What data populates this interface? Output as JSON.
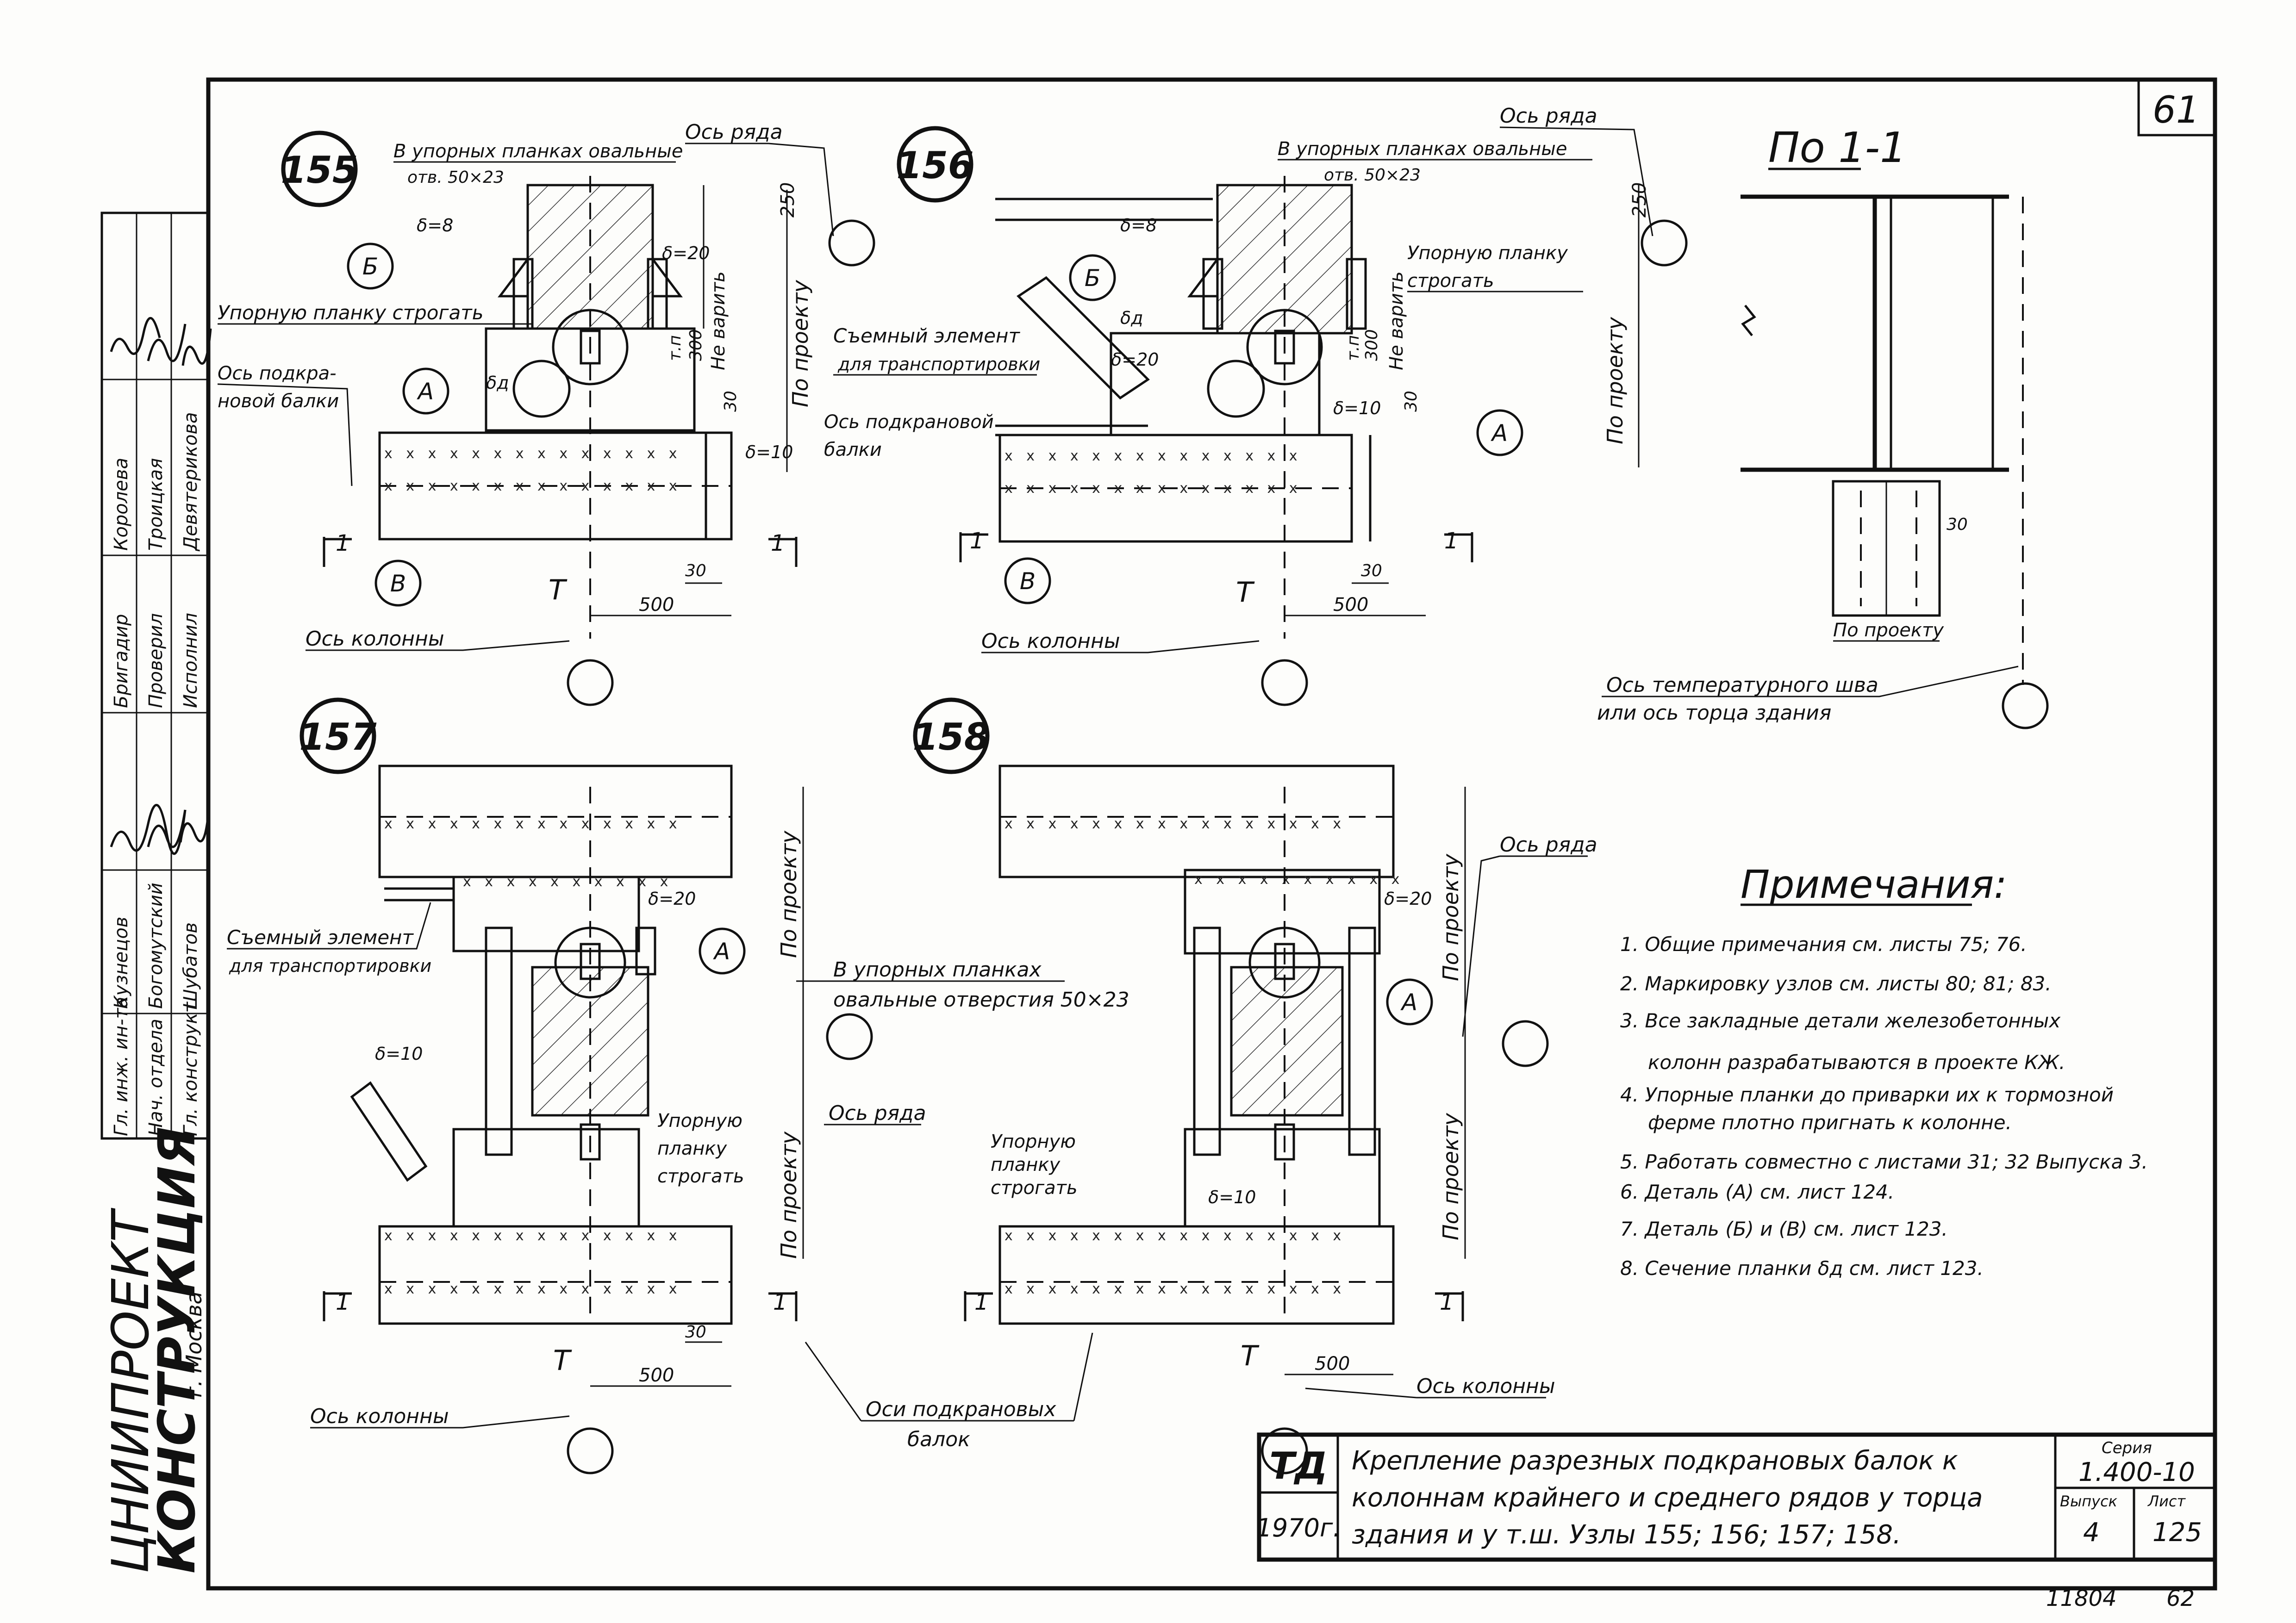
{
  "sheet_number_top": "61",
  "sheet_number_bottom": "62",
  "inventory_number": "11804",
  "org": {
    "name_partial": "ЦНИИПРОЕКТ",
    "name_line2": "КОНСТРУКЦИЯ",
    "city": "г. Москва"
  },
  "stamp": {
    "positions": [
      "Гл. инж. ин-та",
      "Нач. отдела",
      "Гл. конструкт.",
      "Бригадир",
      "Проверил",
      "Исполнил"
    ],
    "surnames": [
      "Кузнецов",
      "Богомутский",
      "Шубатов",
      "Королева",
      "Троицкая",
      "Девятерикова"
    ]
  },
  "nodes": [
    "155",
    "156",
    "157",
    "158"
  ],
  "labels": {
    "row_axis": "Ось ряда",
    "column_axis": "Ось колонны",
    "crane_beam_axis": "Ось подкрановой балки",
    "crane_beam_axis_split_1": "Ось подкра-",
    "crane_beam_axis_split_2": "новой балки",
    "crane_beam_axis_156_1": "Ось подкрановой",
    "crane_beam_axis_156_2": "балки",
    "oval_holes_1": "В упорных планках овальные",
    "oval_holes_2": "отв. 50×23",
    "oval_holes_center_1": "В упорных планках",
    "oval_holes_center_2": "овальные отверстия 50×23",
    "plank_plane": "Упорную планку строгать",
    "plank_plane_1": "Упорную планку",
    "plank_plane_2": "строгать",
    "plank_plane_3": "Упорную",
    "plank_plane_4": "планку",
    "removable_1": "Съемный элемент",
    "removable_2": "для транспортировки",
    "per_project": "По проекту",
    "no_weld": "Не варить",
    "tp": "т.п",
    "section_mark": "1",
    "detail_A": "А",
    "detail_B": "Б",
    "detail_V": "В",
    "delta_8": "δ=8",
    "delta_10": "δ=10",
    "delta_20": "δ=20",
    "delta_d": "δд",
    "T": "T",
    "temp_joint_1": "Ось температурного шва",
    "temp_joint_2": "или ось торца здания",
    "beam_axes_1": "Оси подкрановых",
    "beam_axes_2": "балок",
    "section_view": "По 1-1"
  },
  "dims": {
    "d250": "250",
    "d300": "300",
    "d30": "30",
    "d500": "500"
  },
  "notes_title": "Примечания:",
  "notes": [
    "1. Общие примечания см. листы 75; 76.",
    "2. Маркировку узлов см. листы 80; 81; 83.",
    "3. Все закладные детали железобетонных",
    "колонн разрабатываются в проекте КЖ.",
    "4. Упорные планки до приварки их к тормозной",
    "ферме плотно пригнать к колонне.",
    "5. Работать совместно с листами 31; 32 Выпуска 3.",
    "6. Деталь (А) см. лист 124.",
    "7. Деталь (Б) и (В) см. лист 123.",
    "8. Сечение планки δд см. лист 123."
  ],
  "title_block": {
    "td": "ТД",
    "year": "1970г.",
    "title_1": "Крепление разрезных подкрановых балок к",
    "title_2": "колоннам крайнего и среднего рядов у торца",
    "title_3": "здания и у т.ш. Узлы 155; 156; 157; 158.",
    "series_label": "Серия",
    "series": "1.400-10",
    "issue_label": "Выпуск",
    "issue": "4",
    "sheet_label": "Лист",
    "sheet": "125"
  }
}
